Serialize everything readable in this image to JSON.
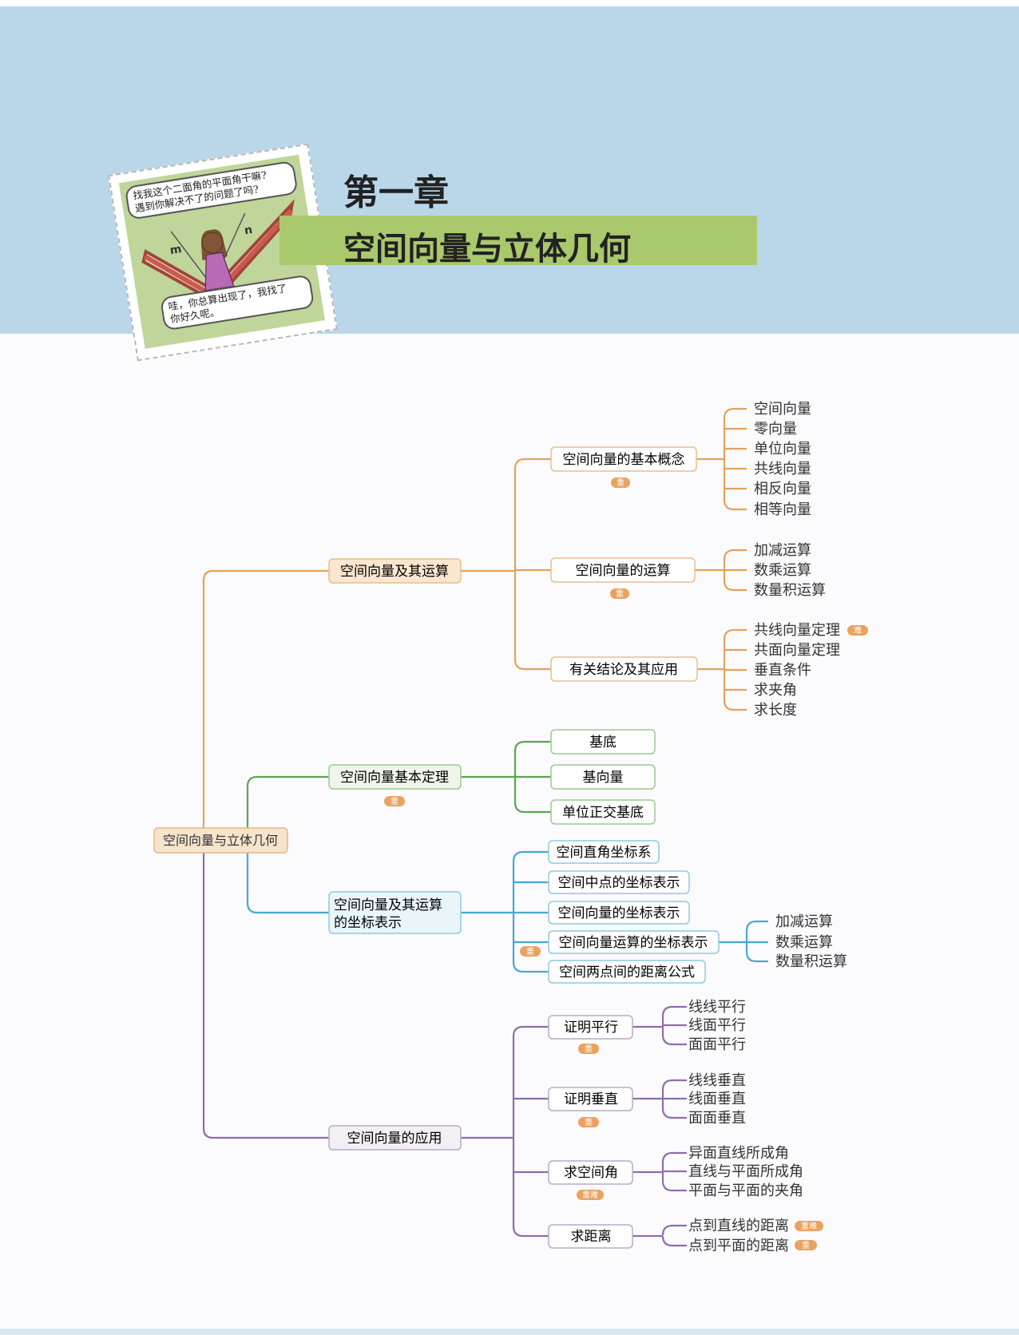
{
  "header": {
    "chapter": "第一章",
    "title": "空间向量与立体几何",
    "comic": {
      "bubble_top": "找我这个二面角的平面角干嘛？遇到你解决不了的问题了吗？",
      "bubble_top_line1": "找我这个二面角的平面角干嘛?",
      "bubble_top_line2": "遇到你解决不了的问题了吗?",
      "bubble_bottom_line1": "哇，你总算出现了，我找了",
      "bubble_bottom_line2": "你好久呢。",
      "label_m": "m",
      "label_n": "n"
    }
  },
  "colors": {
    "background": "#fbfbfd",
    "header_band": "#b9d7e9",
    "title_bar": "#a9c96c",
    "branch_orange": "#e3a25b",
    "branch_green": "#5aa84b",
    "branch_blue": "#4aa7cf",
    "branch_purple": "#8e6ea9",
    "badge": "#e9a25f",
    "root_fill": "#f6e4cc"
  },
  "mindmap": {
    "root": "空间向量与立体几何",
    "branches": [
      {
        "label": "空间向量及其运算",
        "color": "orange",
        "children": [
          {
            "label": "空间向量的基本概念",
            "badge": "重",
            "leaves": [
              {
                "text": "空间向量"
              },
              {
                "text": "零向量"
              },
              {
                "text": "单位向量"
              },
              {
                "text": "共线向量"
              },
              {
                "text": "相反向量"
              },
              {
                "text": "相等向量"
              }
            ]
          },
          {
            "label": "空间向量的运算",
            "badge": "重",
            "leaves": [
              {
                "text": "加减运算"
              },
              {
                "text": "数乘运算"
              },
              {
                "text": "数量积运算"
              }
            ]
          },
          {
            "label": "有关结论及其应用",
            "badge": "",
            "leaves": [
              {
                "text": "共线向量定理",
                "badge": "难"
              },
              {
                "text": "共面向量定理"
              },
              {
                "text": "垂直条件"
              },
              {
                "text": "求夹角"
              },
              {
                "text": "求长度"
              }
            ]
          }
        ]
      },
      {
        "label": "空间向量基本定理",
        "badge": "重",
        "color": "green",
        "children": [
          {
            "label": "基底"
          },
          {
            "label": "基向量"
          },
          {
            "label": "单位正交基底"
          }
        ]
      },
      {
        "label_line1": "空间向量及其运算",
        "label_line2": "的坐标表示",
        "color": "blue",
        "badge": "重",
        "children": [
          {
            "label": "空间直角坐标系"
          },
          {
            "label": "空间中点的坐标表示"
          },
          {
            "label": "空间向量的坐标表示"
          },
          {
            "label": "空间向量运算的坐标表示",
            "leaves": [
              {
                "text": "加减运算"
              },
              {
                "text": "数乘运算"
              },
              {
                "text": "数量积运算"
              }
            ]
          },
          {
            "label": "空间两点间的距离公式"
          }
        ]
      },
      {
        "label": "空间向量的应用",
        "color": "purple",
        "children": [
          {
            "label": "证明平行",
            "badge": "重",
            "leaves": [
              {
                "text": "线线平行"
              },
              {
                "text": "线面平行"
              },
              {
                "text": "面面平行"
              }
            ]
          },
          {
            "label": "证明垂直",
            "badge": "重",
            "leaves": [
              {
                "text": "线线垂直"
              },
              {
                "text": "线面垂直"
              },
              {
                "text": "面面垂直"
              }
            ]
          },
          {
            "label": "求空间角",
            "badge": "重难",
            "leaves": [
              {
                "text": "异面直线所成角"
              },
              {
                "text": "直线与平面所成角"
              },
              {
                "text": "平面与平面的夹角"
              }
            ]
          },
          {
            "label": "求距离",
            "badge": "",
            "leaves": [
              {
                "text": "点到直线的距离",
                "badge": "重难"
              },
              {
                "text": "点到平面的距离",
                "badge": "重"
              }
            ]
          }
        ]
      }
    ]
  }
}
